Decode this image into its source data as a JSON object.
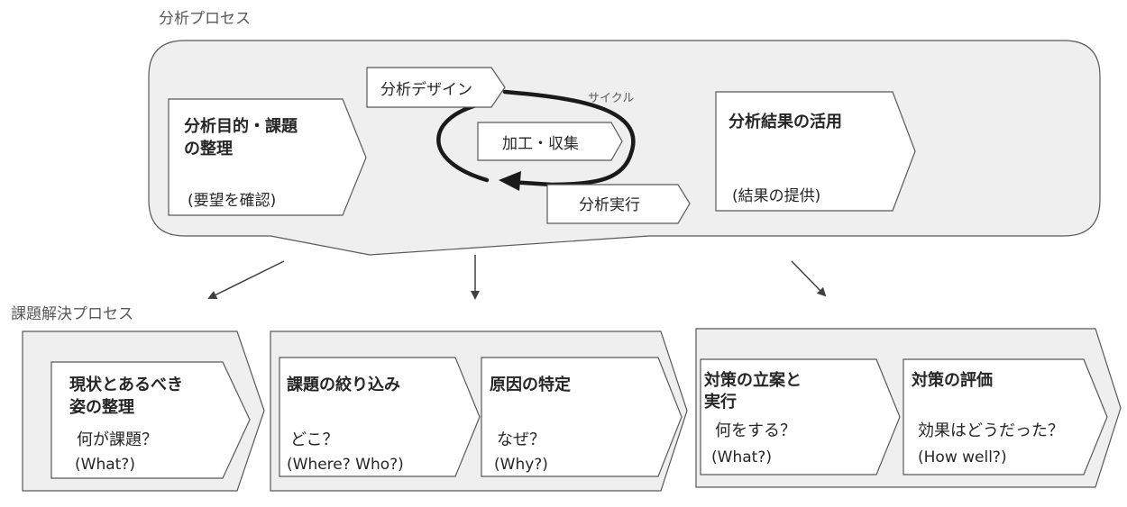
{
  "analysis_process": {
    "title": "分析プロセス",
    "cycle_label": "サイクル",
    "purpose": {
      "title_line1": "分析目的・課題",
      "title_line2": "の整理",
      "note": "(要望を確認)"
    },
    "cycle_steps": {
      "design": "分析デザイン",
      "processing": "加工・収集",
      "execution": "分析実行"
    },
    "result": {
      "title": "分析結果の活用",
      "note": "(結果の提供)"
    }
  },
  "problem_solving_process": {
    "title": "課題解決プロセス",
    "steps": {
      "current_state": {
        "title_line1": "現状とあるべき",
        "title_line2": "姿の整理",
        "question": "何が課題？",
        "english": "(What?)"
      },
      "narrowing": {
        "title": "課題の絞り込み",
        "question": "どこ？",
        "english": "(Where? Who?)"
      },
      "cause": {
        "title": "原因の特定",
        "question": "なぜ？",
        "english": "(Why?)"
      },
      "countermeasure": {
        "title_line1": "対策の立案と",
        "title_line2": "実行",
        "question": "何をする？",
        "english": "(What?)"
      },
      "evaluation": {
        "title": "対策の評価",
        "question": "効果はどうだった？",
        "english": "(How well?)"
      }
    }
  }
}
